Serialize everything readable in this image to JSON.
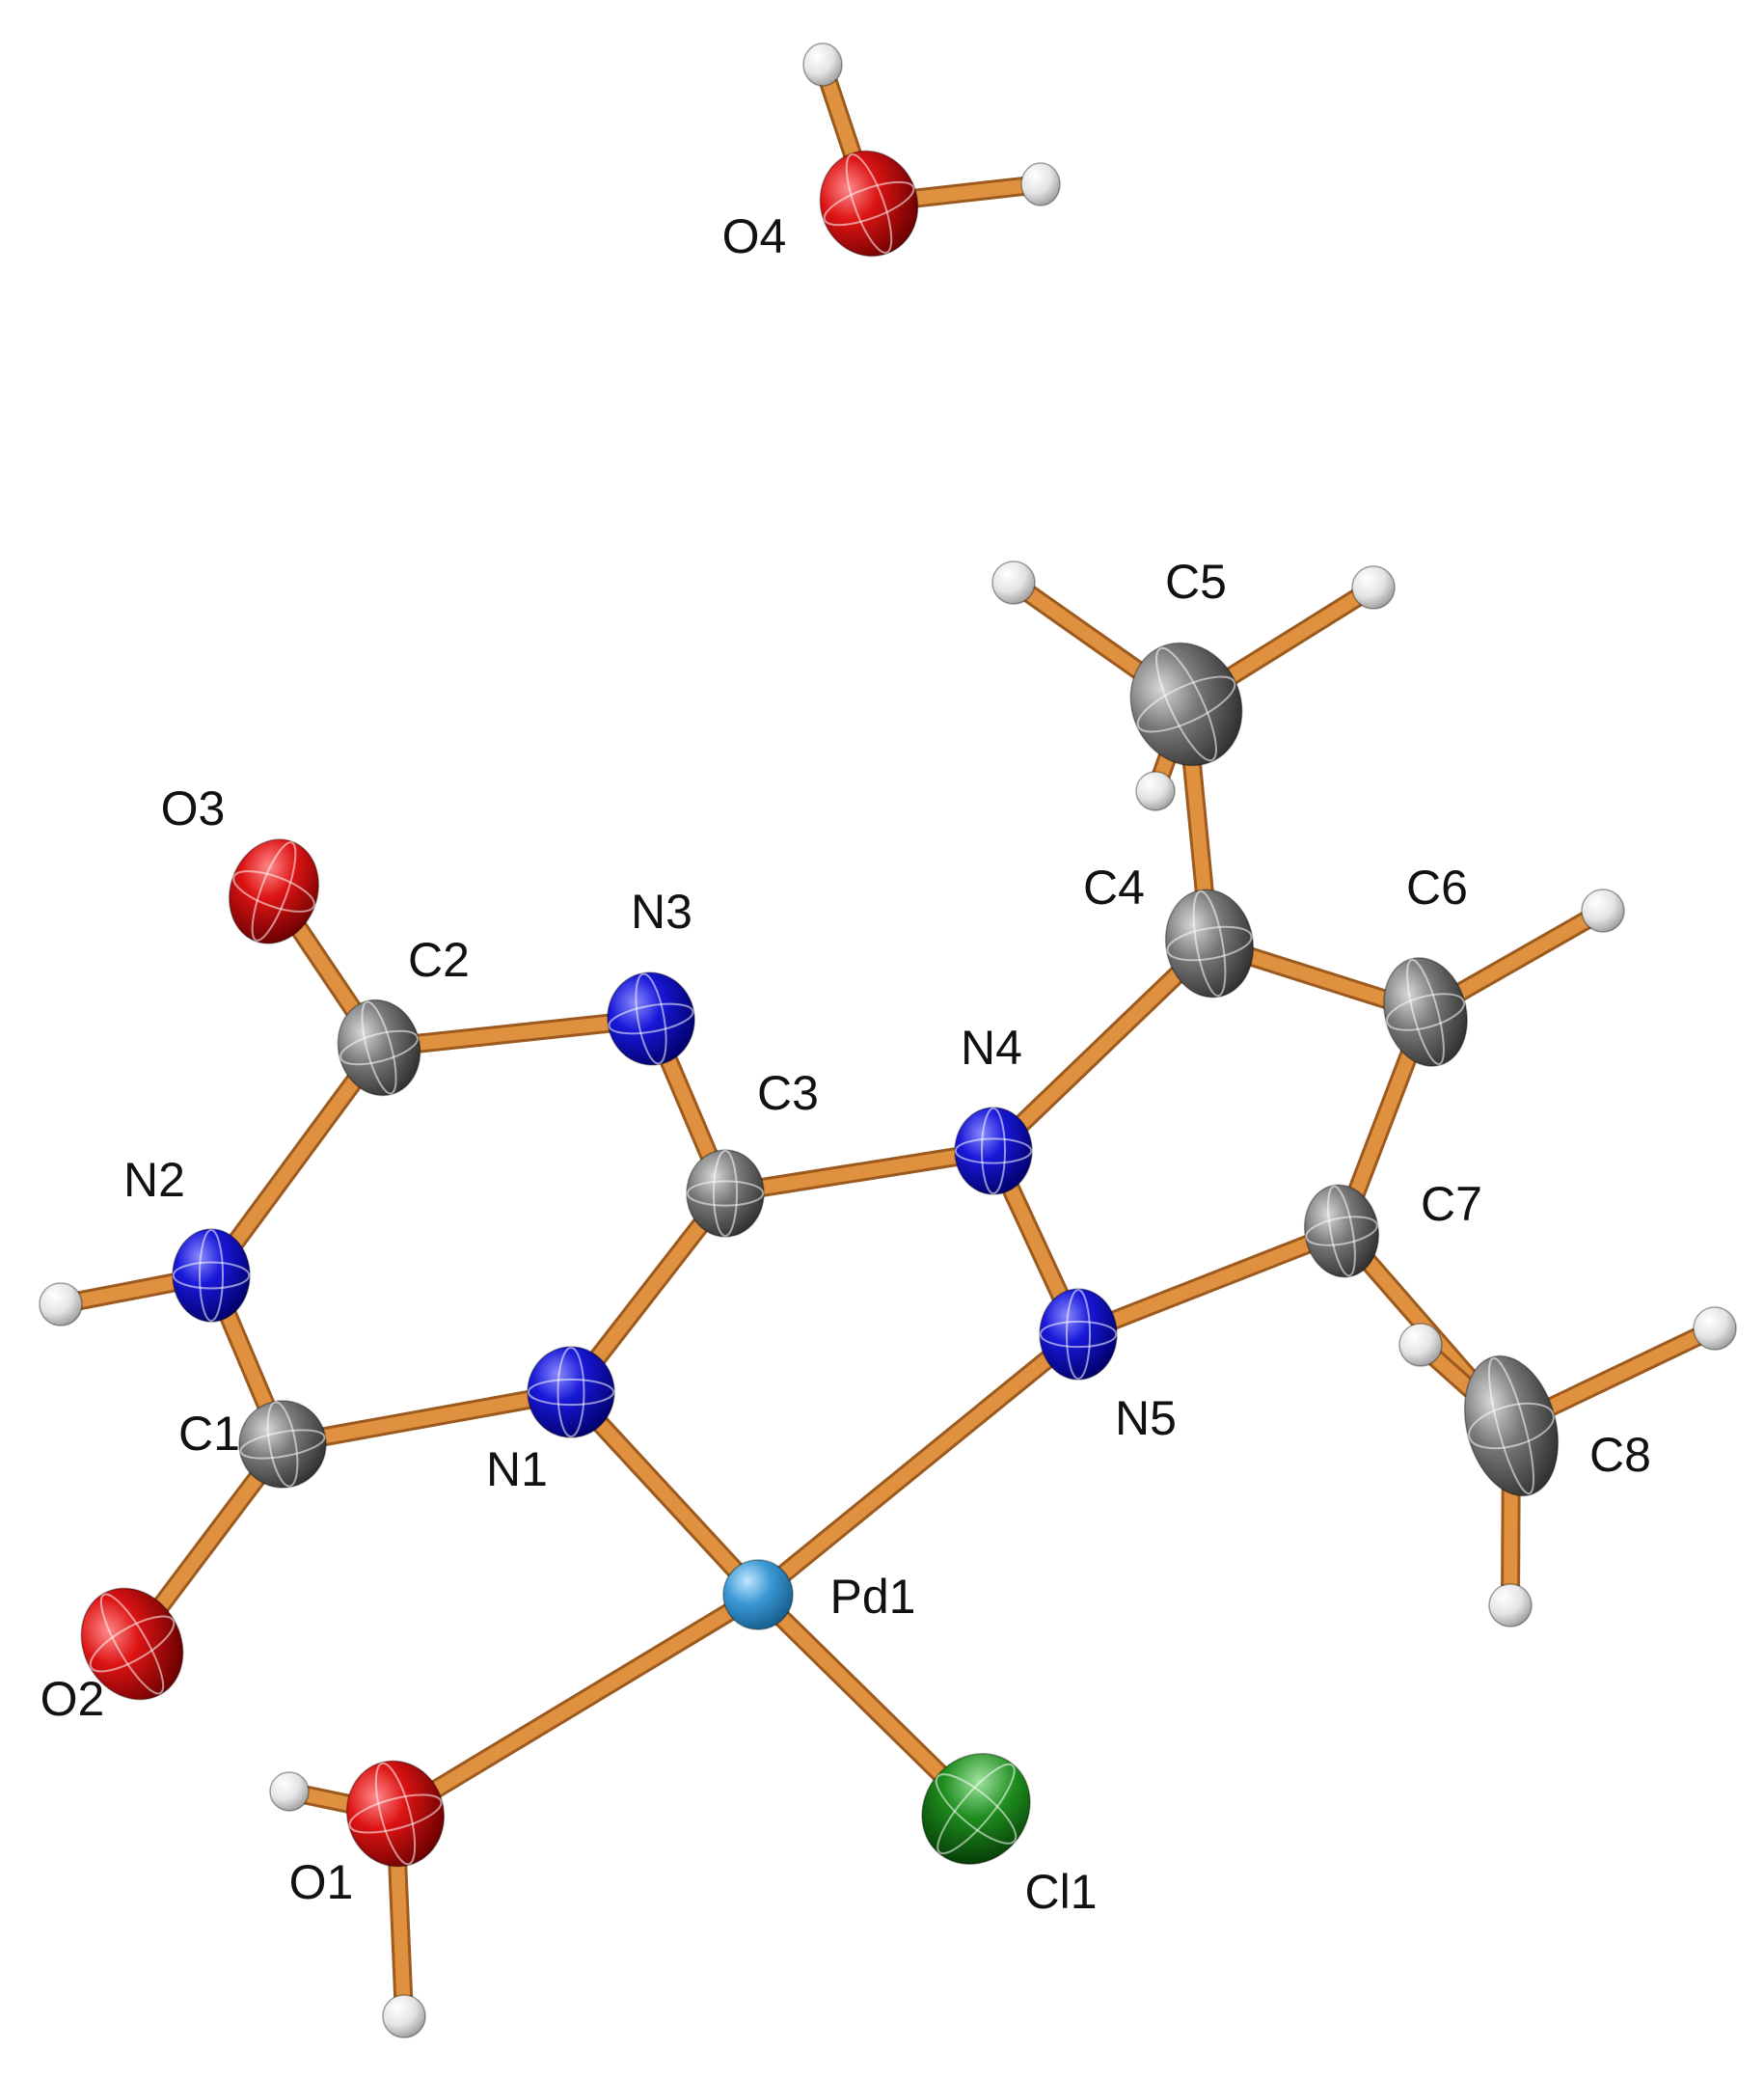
{
  "diagram": {
    "colors": {
      "bond": "#e0913f",
      "O": "#cc1111",
      "N": "#1a1ad0",
      "C": "#777777",
      "H": "#e8e8e8",
      "Pd": "#3b98d4",
      "Cl": "#1e8c1e"
    },
    "atoms": [
      {
        "id": "O4",
        "label": "O4",
        "element": "O"
      },
      {
        "id": "C5",
        "label": "C5",
        "element": "C"
      },
      {
        "id": "O3",
        "label": "O3",
        "element": "O"
      },
      {
        "id": "C2",
        "label": "C2",
        "element": "C"
      },
      {
        "id": "N3",
        "label": "N3",
        "element": "N"
      },
      {
        "id": "C4",
        "label": "C4",
        "element": "C"
      },
      {
        "id": "C6",
        "label": "C6",
        "element": "C"
      },
      {
        "id": "N4",
        "label": "N4",
        "element": "N"
      },
      {
        "id": "C3",
        "label": "C3",
        "element": "C"
      },
      {
        "id": "N2",
        "label": "N2",
        "element": "N"
      },
      {
        "id": "C7",
        "label": "C7",
        "element": "C"
      },
      {
        "id": "N5",
        "label": "N5",
        "element": "N"
      },
      {
        "id": "C1",
        "label": "C1",
        "element": "C"
      },
      {
        "id": "N1",
        "label": "N1",
        "element": "N"
      },
      {
        "id": "C8",
        "label": "C8",
        "element": "C"
      },
      {
        "id": "Pd1",
        "label": "Pd1",
        "element": "Pd"
      },
      {
        "id": "O2",
        "label": "O2",
        "element": "O"
      },
      {
        "id": "O1",
        "label": "O1",
        "element": "O"
      },
      {
        "id": "Cl1",
        "label": "Cl1",
        "element": "Cl"
      },
      {
        "id": "H_O4a",
        "label": "",
        "element": "H"
      },
      {
        "id": "H_O4b",
        "label": "",
        "element": "H"
      },
      {
        "id": "H_C5a",
        "label": "",
        "element": "H"
      },
      {
        "id": "H_C5b",
        "label": "",
        "element": "H"
      },
      {
        "id": "H_C5c",
        "label": "",
        "element": "H"
      },
      {
        "id": "H_C6",
        "label": "",
        "element": "H"
      },
      {
        "id": "H_N2",
        "label": "",
        "element": "H"
      },
      {
        "id": "H_C8a",
        "label": "",
        "element": "H"
      },
      {
        "id": "H_C8b",
        "label": "",
        "element": "H"
      },
      {
        "id": "H_C8c",
        "label": "",
        "element": "H"
      },
      {
        "id": "H_O1a",
        "label": "",
        "element": "H"
      },
      {
        "id": "H_O1b",
        "label": "",
        "element": "H"
      }
    ],
    "bonds": [
      [
        "O4",
        "H_O4a"
      ],
      [
        "O4",
        "H_O4b"
      ],
      [
        "C5",
        "H_C5a"
      ],
      [
        "C5",
        "H_C5b"
      ],
      [
        "C5",
        "H_C5c"
      ],
      [
        "C5",
        "C4"
      ],
      [
        "O3",
        "C2"
      ],
      [
        "C2",
        "N3"
      ],
      [
        "C2",
        "N2"
      ],
      [
        "N3",
        "C3"
      ],
      [
        "C3",
        "N4"
      ],
      [
        "C3",
        "N1"
      ],
      [
        "N4",
        "C4"
      ],
      [
        "N4",
        "N5"
      ],
      [
        "C4",
        "C6"
      ],
      [
        "C6",
        "H_C6"
      ],
      [
        "C6",
        "C7"
      ],
      [
        "C7",
        "N5"
      ],
      [
        "C7",
        "C8"
      ],
      [
        "C8",
        "H_C8a"
      ],
      [
        "C8",
        "H_C8b"
      ],
      [
        "C8",
        "H_C8c"
      ],
      [
        "N2",
        "H_N2"
      ],
      [
        "N2",
        "C1"
      ],
      [
        "C1",
        "N1"
      ],
      [
        "C1",
        "O2"
      ],
      [
        "N1",
        "Pd1"
      ],
      [
        "N5",
        "Pd1"
      ],
      [
        "Pd1",
        "O1"
      ],
      [
        "Pd1",
        "Cl1"
      ],
      [
        "O1",
        "H_O1a"
      ],
      [
        "O1",
        "H_O1b"
      ]
    ]
  }
}
